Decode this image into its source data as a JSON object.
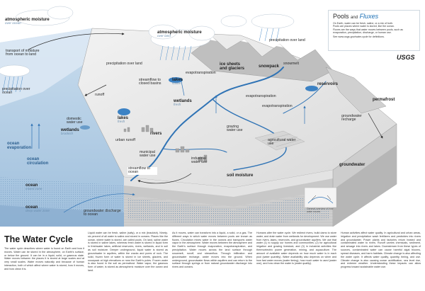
{
  "pools_box": {
    "title_pools": "Pools",
    "title_and": "and",
    "title_fluxes": "Fluxes",
    "line1": "On Earth, water can be fresh, saline, or a mix of both.",
    "line2": "Pools are places where water is stored, like the ocean.",
    "line3": "Fluxes are the ways that water moves between pools, such as evaporation, precipitation, discharge, or human use.",
    "line4": "See www.usgs.gov/water-cycle for definitions."
  },
  "logo": "USGS",
  "labels": {
    "atm_left": "atmospheric moisture",
    "atm_left_sub": "over ocean",
    "atm_center": "atmospheric moisture",
    "atm_center_sub": "over land",
    "transport": "transport of moisture from ocean to land",
    "precip_ocean": "precipitation over ocean",
    "precip_land_top": "precipitation over land",
    "precip_land_mid": "precipitation over land",
    "snowmelt": "snowmelt",
    "ice_sheets": "ice sheets and glaciers",
    "snowpack": "snowpack",
    "streamflow_closed": "streamflow to closed basins",
    "lakes_saline": "lakes",
    "lakes_saline_sub": "saline",
    "evapotrans_1": "evapotranspiration",
    "evapotrans_2": "evapotranspiration",
    "evapotrans_3": "evapotranspiration",
    "reservoirs": "reservoirs",
    "permafrost": "permafrost",
    "runoff": "runoff",
    "domestic": "domestic water use",
    "wetlands_left": "wetlands",
    "wetlands_left_sub": "brackish",
    "wetlands_center": "wetlands",
    "wetlands_center_sub": "fresh",
    "lakes_fresh": "lakes",
    "lakes_fresh_sub": "fresh",
    "gw_recharge": "groundwater recharge",
    "ocean_evap": "ocean evaporation",
    "urban_runoff": "urban runoff",
    "rivers": "rivers",
    "grazing": "grazing water use",
    "agricultural": "agricultural water use",
    "municipal": "municipal water use",
    "industrial": "industrial water use",
    "ocean_circulation": "ocean circulation",
    "streamflow_ocean": "streamflow to ocean",
    "soil_moisture": "soil moisture",
    "groundwater": "groundwater",
    "ocean_mixed": "ocean",
    "ocean_mixed_sub": "mixed zone",
    "ocean_deep": "ocean",
    "ocean_deep_sub": "deep water zone",
    "gw_discharge": "groundwater discharge to ocean",
    "overview": "General overview of how water moves"
  },
  "title": "The Water Cycle",
  "columns": [
    "The water cycle describes where water is found on Earth and how it moves. Water can be stored in the atmosphere, on Earth's surface, or below the ground. It can be in a liquid, solid, or gaseous state. Water moves between the places it is stored at large scales and at very small scales. Water moves naturally and because of human interaction, both of which affect where water is stored, how it moves, and how clean it is.",
    "Liquid water can be fresh, saline (salty), or a mix (brackish). Ninety-six percent of all water is saline and stored in oceans. Places like the ocean, where water is stored, are called pools. On land, saline water is stored in saline lakes, whereas fresh water is stored in liquid form in freshwater lakes, artificial reservoirs, rivers, wetlands, and in soil as soil moisture. Deeper underground, liquid water is stored as groundwater in aquifers, within the cracks and pores of rock. The solid, frozen form of water is stored in ice sheets, glaciers, and snowpack at high elevations or near the Earth's poles. Frozen water is also found in the soil as permafrost. Water vapor, the gaseous form of water, is stored as atmospheric moisture over the ocean and land.",
    "As it moves, water can transform into a liquid, a solid, or a gas. The different ways in which water moves between pools are known as fluxes. Circulation mixes water in the oceans and transports water vapor in the atmosphere. Water moves between the atmosphere and the Earth's surface through evaporation, evapotranspiration, and precipitation. Water moves across the land surface through snowmelt, runoff, and streamflow. Through infiltration and groundwater recharge, water moves into the ground. When underground, groundwater flows within aquifers and can return to the surface through springs or from natural groundwater discharge into rivers and oceans.",
    "Humans alter the water cycle. We redirect rivers, build dams to store water, and drain water from wetlands for development. We use water from rivers, lakes, reservoirs, and groundwater aquifers. We use that water (1) to supply our homes and communities; (2) for agricultural irrigation and grazing livestock; and (3) in industrial activities like thermoelectric power generation, mining, and aquaculture. The amount of available water depends on how much water is in each pool (water quantity). Water availability also depends on when and how fast water moves (water timing), how much water is used (water use), and how clean the water is (water quality).",
    "Human activities affect water quality. In agricultural and urban areas, irrigation and precipitation wash fertilizers and pesticides into rivers and groundwater. Power plants and factories return heated and contaminated water to rivers. Runoff carries chemicals, sediment, and sewage into rivers and lakes. Downstream from these types of sources, contaminated water can cause harmful algal blooms, spread diseases, and harm habitats. Climate change is also affecting the water cycle. It affects water quality, quantity, timing, and use. Climate change is also causing ocean acidification, sea level rise, and extreme weather. Understanding these impacts can allow progress toward sustainable water use."
  ]
}
